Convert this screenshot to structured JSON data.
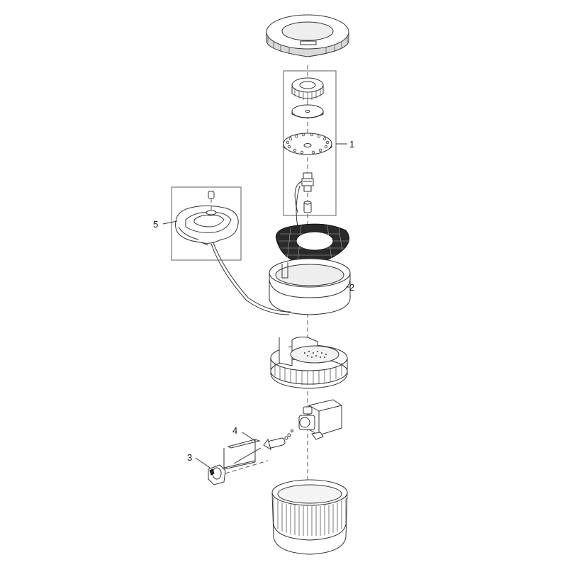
{
  "diagram": {
    "labels": [
      {
        "id": "1",
        "text": "1"
      },
      {
        "id": "2",
        "text": "2"
      },
      {
        "id": "3",
        "text": "3"
      },
      {
        "id": "4",
        "text": "4"
      },
      {
        "id": "5",
        "text": "5"
      }
    ],
    "colors": {
      "line": "#333333",
      "fill": "#ffffff",
      "shade": "#d9d9d9",
      "dark": "#2a2a2a"
    }
  }
}
